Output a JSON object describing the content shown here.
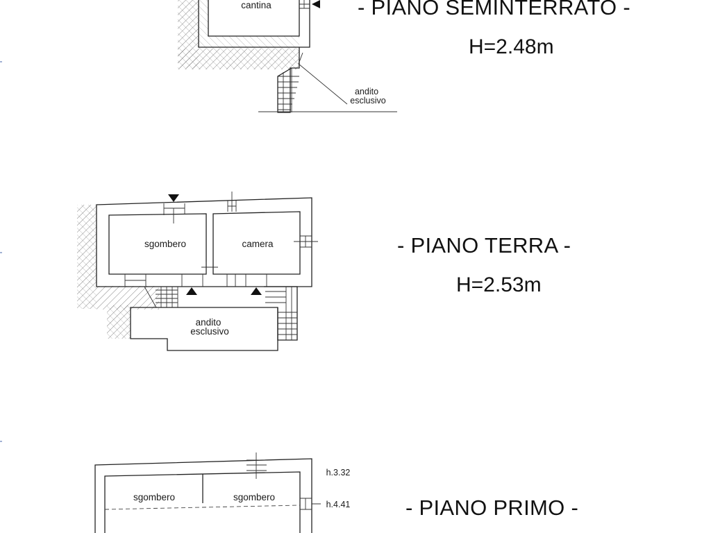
{
  "floors": [
    {
      "title": "- PIANO SEMINTERRATO -",
      "height": "H=2.48m",
      "rooms": [
        "cantina"
      ],
      "note_line1": "andito",
      "note_line2": "esclusivo"
    },
    {
      "title": "- PIANO TERRA -",
      "height": "H=2.53m",
      "rooms": [
        "sgombero",
        "camera"
      ],
      "note_line1": "andito",
      "note_line2": "esclusivo"
    },
    {
      "title": "- PIANO PRIMO -",
      "height": "",
      "rooms": [
        "sgombero",
        "sgombero"
      ],
      "levels": [
        "h.3.32",
        "h.4.41"
      ]
    }
  ]
}
